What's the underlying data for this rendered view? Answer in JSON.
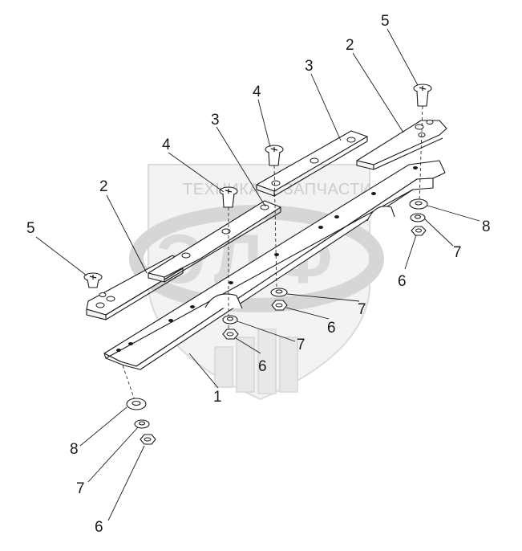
{
  "watermark": {
    "top_text": "ТЕХНИКА ✱ ЗАПЧАСТИ",
    "logo_letters": "ЭЛФ"
  },
  "callouts": [
    {
      "id": "c1",
      "label": "1"
    },
    {
      "id": "c2a",
      "label": "2"
    },
    {
      "id": "c2b",
      "label": "2"
    },
    {
      "id": "c3a",
      "label": "3"
    },
    {
      "id": "c3b",
      "label": "3"
    },
    {
      "id": "c4a",
      "label": "4"
    },
    {
      "id": "c4b",
      "label": "4"
    },
    {
      "id": "c5a",
      "label": "5"
    },
    {
      "id": "c5b",
      "label": "5"
    },
    {
      "id": "c6a",
      "label": "6"
    },
    {
      "id": "c6b",
      "label": "6"
    },
    {
      "id": "c6c",
      "label": "6"
    },
    {
      "id": "c6d",
      "label": "6"
    },
    {
      "id": "c7a",
      "label": "7"
    },
    {
      "id": "c7b",
      "label": "7"
    },
    {
      "id": "c7c",
      "label": "7"
    },
    {
      "id": "c7d",
      "label": "7"
    },
    {
      "id": "c8a",
      "label": "8"
    },
    {
      "id": "c8b",
      "label": "8"
    }
  ]
}
